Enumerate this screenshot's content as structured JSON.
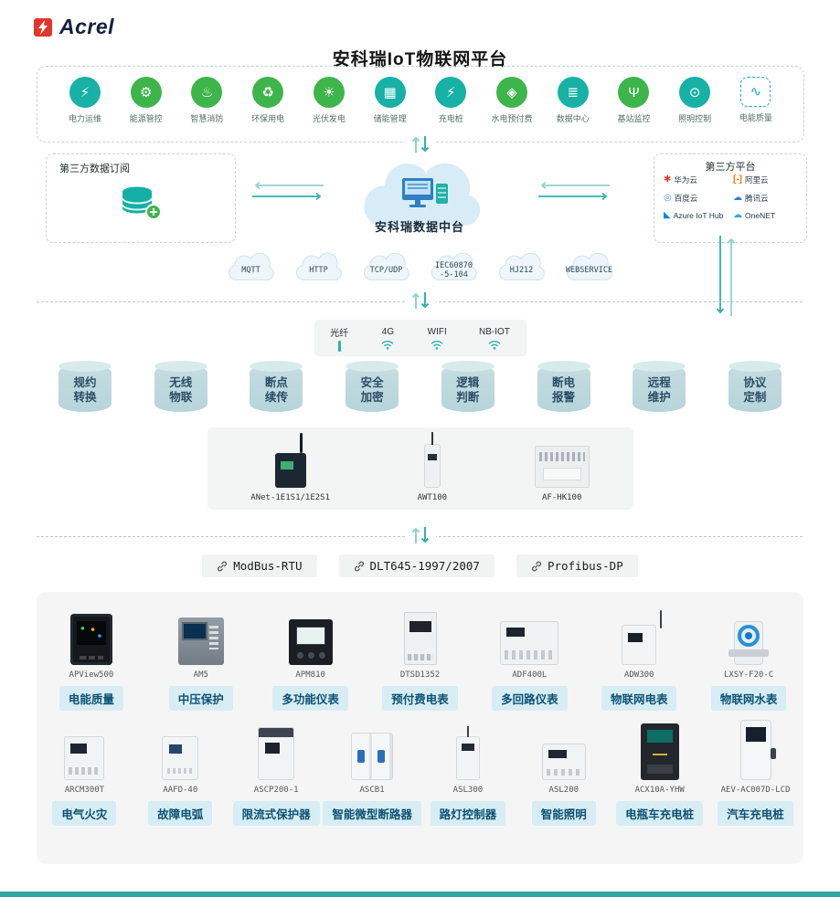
{
  "brand": {
    "name": "Acrel"
  },
  "page_title": "安科瑞IoT物联网平台",
  "colors": {
    "brand_red": "#e2352b",
    "accent_teal": "#2fb3a9",
    "accent_green": "#3eb54a",
    "chip_bg": "#d7edf4",
    "chip_text": "#0d5173",
    "cloud_fill": "#d8ecf7"
  },
  "apps": [
    {
      "label": "电力运维",
      "glyph": "⚡",
      "color": "#17b1a6",
      "shape": "circle"
    },
    {
      "label": "能源管控",
      "glyph": "⚙",
      "color": "#3eb54a",
      "shape": "circle"
    },
    {
      "label": "智慧消防",
      "glyph": "♨",
      "color": "#3eb54a",
      "shape": "circle"
    },
    {
      "label": "环保用电",
      "glyph": "♻",
      "color": "#3eb54a",
      "shape": "circle"
    },
    {
      "label": "光伏发电",
      "glyph": "☀",
      "color": "#3eb54a",
      "shape": "circle"
    },
    {
      "label": "储能管理",
      "glyph": "▦",
      "color": "#17b1a6",
      "shape": "circle"
    },
    {
      "label": "充电桩",
      "glyph": "⚡",
      "color": "#17b1a6",
      "shape": "circle"
    },
    {
      "label": "水电预付费",
      "glyph": "◈",
      "color": "#3eb54a",
      "shape": "circle"
    },
    {
      "label": "数据中心",
      "glyph": "≣",
      "color": "#17b1a6",
      "shape": "circle"
    },
    {
      "label": "基站监控",
      "glyph": "Ψ",
      "color": "#3eb54a",
      "shape": "circle"
    },
    {
      "label": "照明控制",
      "glyph": "⊙",
      "color": "#17b1a6",
      "shape": "circle"
    },
    {
      "label": "电能质量",
      "glyph": "∿",
      "color": "#17b1a6",
      "shape": "dashed"
    }
  ],
  "subscription": {
    "title": "第三方数据订阅"
  },
  "data_center": {
    "label": "安科瑞数据中台"
  },
  "third_party": {
    "title": "第三方平台",
    "platforms": [
      {
        "label": "华为云",
        "glyph": "✱",
        "color": "#e23a2b"
      },
      {
        "label": "阿里云",
        "glyph": "[-]",
        "color": "#ff7300"
      },
      {
        "label": "百度云",
        "glyph": "◎",
        "color": "#4a90d9"
      },
      {
        "label": "腾讯云",
        "glyph": "☁",
        "color": "#2b7de1"
      },
      {
        "label": "Azure IoT Hub",
        "glyph": "◣",
        "color": "#0089d6"
      },
      {
        "label": "OneNET",
        "glyph": "☁",
        "color": "#35a2e8"
      }
    ]
  },
  "protocol_clouds": [
    {
      "line1": "MQTT",
      "line2": ""
    },
    {
      "line1": "HTTP",
      "line2": ""
    },
    {
      "line1": "TCP/UDP",
      "line2": ""
    },
    {
      "line1": "IEC60870",
      "line2": "-5-104"
    },
    {
      "line1": "HJ212",
      "line2": ""
    },
    {
      "line1": "WEBSERVICE",
      "line2": ""
    }
  ],
  "network": {
    "items": [
      {
        "label": "光纤",
        "icon": "fiber"
      },
      {
        "label": "4G",
        "icon": "wifi"
      },
      {
        "label": "WIFI",
        "icon": "wifi"
      },
      {
        "label": "NB-IOT",
        "icon": "wifi"
      }
    ]
  },
  "features": [
    {
      "line1": "规约",
      "line2": "转换"
    },
    {
      "line1": "无线",
      "line2": "物联"
    },
    {
      "line1": "断点",
      "line2": "续传"
    },
    {
      "line1": "安全",
      "line2": "加密"
    },
    {
      "line1": "逻辑",
      "line2": "判断"
    },
    {
      "line1": "断电",
      "line2": "报警"
    },
    {
      "line1": "远程",
      "line2": "维护"
    },
    {
      "line1": "协议",
      "line2": "定制"
    }
  ],
  "gateways": [
    {
      "model": "ANet-1E1S1/1E2S1",
      "visual": "gw-anet"
    },
    {
      "model": "AWT100",
      "visual": "gw-awt"
    },
    {
      "model": "AF-HK100",
      "visual": "gw-afhk"
    }
  ],
  "bus_protocols": [
    "ModBus-RTU",
    "DLT645-1997/2007",
    "Profibus-DP"
  ],
  "devices_row1": [
    {
      "model": "APView500",
      "label": "电能质量",
      "visual": "v-apview"
    },
    {
      "model": "AM5",
      "label": "中压保护",
      "visual": "v-am5"
    },
    {
      "model": "APM810",
      "label": "多功能仪表",
      "visual": "v-apm810"
    },
    {
      "model": "DTSD1352",
      "label": "预付费电表",
      "visual": "v-dtsd"
    },
    {
      "model": "ADF400L",
      "label": "多回路仪表",
      "visual": "v-adf"
    },
    {
      "model": "ADW300",
      "label": "物联网电表",
      "visual": "v-adw"
    },
    {
      "model": "LXSY-F20-C",
      "label": "物联网水表",
      "visual": "v-lxsy"
    }
  ],
  "devices_row2": [
    {
      "model": "ARCM300T",
      "label": "电气火灾",
      "visual": "v-arcm"
    },
    {
      "model": "AAFD-40",
      "label": "故障电弧",
      "visual": "v-aafd"
    },
    {
      "model": "ASCP200-1",
      "label": "限流式保护器",
      "visual": "v-ascp"
    },
    {
      "model": "ASCB1",
      "label": "智能微型断路器",
      "visual": "v-ascb"
    },
    {
      "model": "ASL300",
      "label": "路灯控制器",
      "visual": "v-asl300"
    },
    {
      "model": "ASL200",
      "label": "智能照明",
      "visual": "v-asl200"
    },
    {
      "model": "ACX10A-YHW",
      "label": "电瓶车充电桩",
      "visual": "v-acx"
    },
    {
      "model": "AEV-AC007D-LCD",
      "label": "汽车充电桩",
      "visual": "v-aev"
    }
  ]
}
